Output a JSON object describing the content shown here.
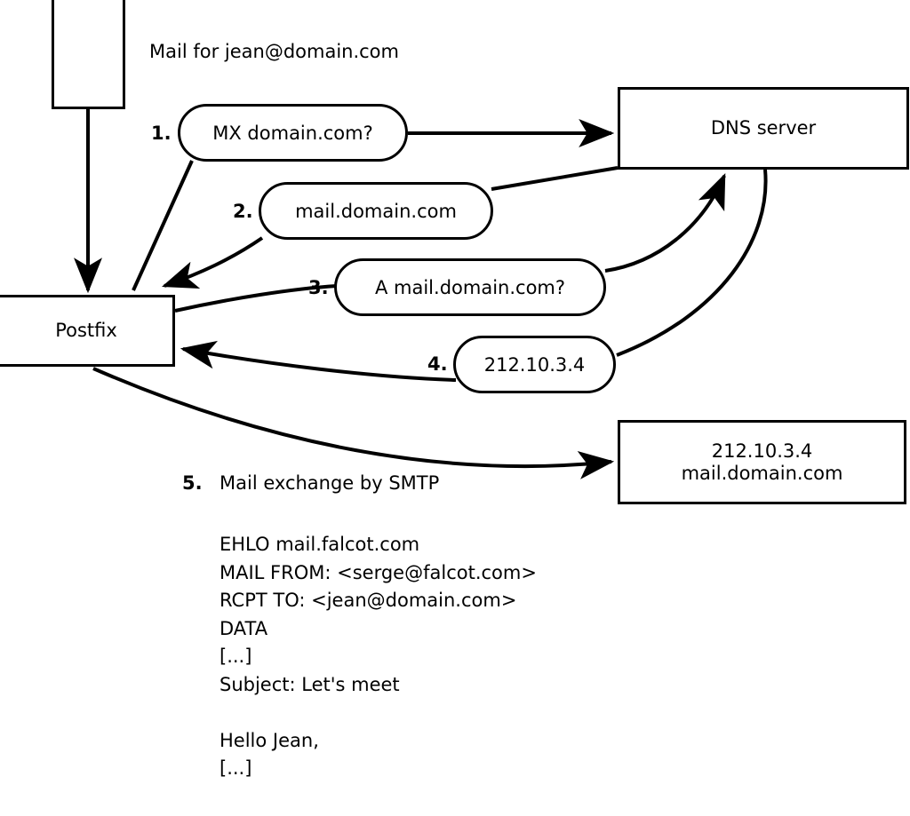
{
  "diagram": {
    "title": "Mail for jean@domain.com",
    "nodes": {
      "client": {
        "label": ""
      },
      "dns_server": {
        "label": "DNS server"
      },
      "postfix": {
        "label": "Postfix"
      },
      "target_server": {
        "line1": "212.10.3.4",
        "line2": "mail.domain.com"
      }
    },
    "steps": [
      {
        "number": "1.",
        "message": "MX domain.com?"
      },
      {
        "number": "2.",
        "message": "mail.domain.com"
      },
      {
        "number": "3.",
        "message": "A mail.domain.com?"
      },
      {
        "number": "4.",
        "message": "212.10.3.4"
      },
      {
        "number": "5.",
        "message": "Mail exchange by SMTP"
      }
    ],
    "smtp_transcript": [
      "EHLO mail.falcot.com",
      "MAIL FROM: <serge@falcot.com>",
      "RCPT TO: <jean@domain.com>",
      "DATA",
      "[...]",
      "Subject: Let's meet",
      "",
      "Hello Jean,",
      "[...]",
      "",
      "."
    ],
    "colors": {
      "stroke": "#000000",
      "background": "#ffffff"
    }
  }
}
